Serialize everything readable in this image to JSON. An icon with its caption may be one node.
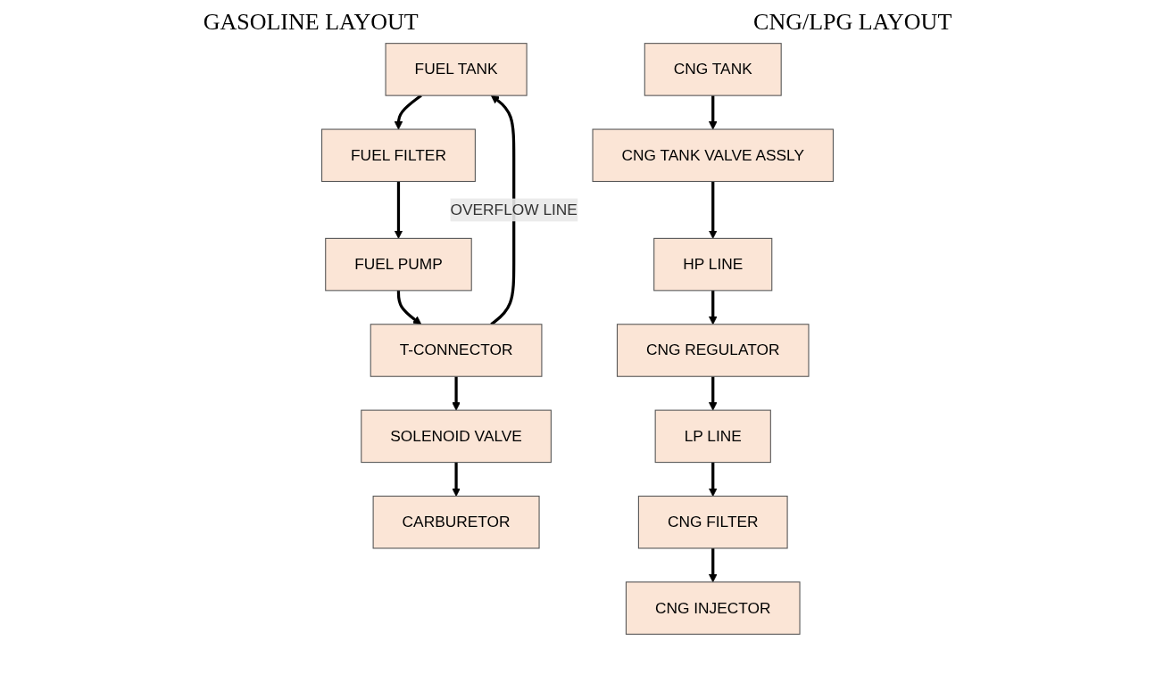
{
  "diagram": {
    "nodes": [
      {
        "text": [
          "FUEL TANK"
        ]
      },
      {
        "text": [
          "FUEL FILTER"
        ]
      },
      {
        "text": [
          "FUEL PUMP"
        ]
      },
      {
        "text": [
          "T-CONNECTOR"
        ]
      },
      {
        "text": [
          "SOLENOID VALVE"
        ]
      },
      {
        "text": [
          "CARBURETOR"
        ]
      },
      {
        "text": [
          "CNG TANK"
        ]
      },
      {
        "text": [
          "CNG TANK VALVE ASSLY"
        ]
      },
      {
        "text": [
          "HP LINE"
        ]
      },
      {
        "text": [
          "CNG REGULATOR"
        ]
      },
      {
        "text": [
          "LP LINE"
        ]
      },
      {
        "text": [
          "CNG FILTER"
        ]
      },
      {
        "text": [
          "CNG INJECTOR"
        ]
      }
    ],
    "edges": [
      {
        "from": 0,
        "to": 1,
        "arrow": "to"
      },
      {
        "from": 1,
        "to": 2,
        "arrow": "to"
      },
      {
        "from": 2,
        "to": 3,
        "arrow": "to"
      },
      {
        "from": 3,
        "to": 4,
        "arrow": "to"
      },
      {
        "from": 4,
        "to": 5,
        "arrow": "to"
      },
      {
        "from": 3,
        "to": 0,
        "arrow": "to",
        "label": "OVERFLOW LINE"
      },
      {
        "from": 6,
        "to": 7,
        "arrow": "to"
      },
      {
        "from": 7,
        "to": 8,
        "arrow": "to"
      },
      {
        "from": 8,
        "to": 9,
        "arrow": "to"
      },
      {
        "from": 9,
        "to": 10,
        "arrow": "to"
      },
      {
        "from": 10,
        "to": 11,
        "arrow": "to"
      },
      {
        "from": 11,
        "to": 12,
        "arrow": "to"
      }
    ],
    "labels": [
      "GASOLINE LAYOUT",
      "CNG/LPG LAYOUT"
    ]
  }
}
